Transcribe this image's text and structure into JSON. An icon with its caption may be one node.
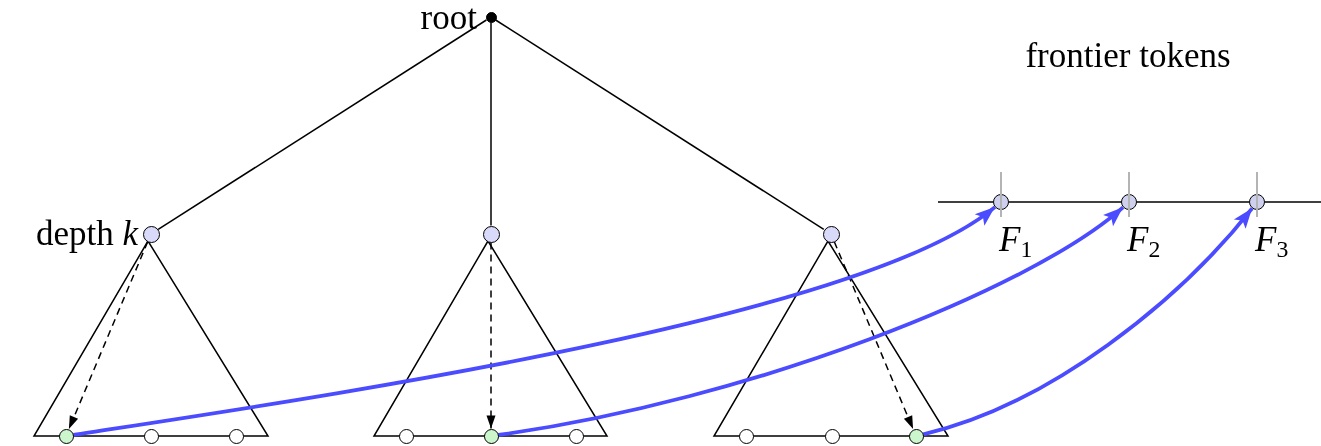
{
  "diagram": {
    "nodes": [
      {
        "text": [],
        "shape": "circle",
        "beside": [
          "root"
        ]
      },
      {
        "text": [],
        "shape": "circle",
        "beside": [
          "depth *k*"
        ]
      },
      {
        "text": [],
        "shape": "circle"
      },
      {
        "text": [],
        "shape": "circle"
      },
      {
        "text": [],
        "shape": "circle",
        "beside": [
          "*F*$_{1}$"
        ]
      },
      {
        "text": [],
        "shape": "circle",
        "beside": [
          "*F*$_{2}$"
        ]
      },
      {
        "text": [],
        "shape": "circle",
        "beside": [
          "*F*$_{3}$"
        ]
      },
      {
        "text": [],
        "shape": "circle"
      },
      {
        "text": [],
        "shape": "circle"
      },
      {
        "text": [],
        "shape": "circle"
      },
      {
        "text": [],
        "shape": "circle"
      },
      {
        "text": [],
        "shape": "circle"
      },
      {
        "text": [],
        "shape": "circle"
      },
      {
        "text": [],
        "shape": "circle"
      },
      {
        "text": [],
        "shape": "circle"
      },
      {
        "text": [],
        "shape": "circle"
      }
    ],
    "edges": [
      {
        "from": 0,
        "to": 1,
        "arrow": "none"
      },
      {
        "from": 0,
        "to": 2,
        "arrow": "none"
      },
      {
        "from": 0,
        "to": 3,
        "arrow": "none"
      },
      {
        "from": 1,
        "to": 7,
        "arrow": "to",
        "style": "dashed"
      },
      {
        "from": 2,
        "to": 11,
        "arrow": "to",
        "style": "dashed"
      },
      {
        "from": 3,
        "to": 15,
        "arrow": "to",
        "style": "dashed"
      },
      {
        "from": 7,
        "to": 4,
        "arrow": "to",
        "style": "thick",
        "color": "#4b4bff"
      },
      {
        "from": 11,
        "to": 5,
        "arrow": "to",
        "style": "thick",
        "color": "#4b4bff"
      },
      {
        "from": 15,
        "to": 6,
        "arrow": "to",
        "style": "thick",
        "color": "#4b4bff"
      },
      {
        "from": null,
        "to": 4,
        "arrow": "none"
      },
      {
        "from": 4,
        "to": 5,
        "arrow": "none"
      },
      {
        "from": 5,
        "to": 6,
        "arrow": "none"
      },
      {
        "from": 6,
        "to": null,
        "arrow": "none"
      }
    ],
    "labels": [
      "frontier tokens"
    ]
  }
}
